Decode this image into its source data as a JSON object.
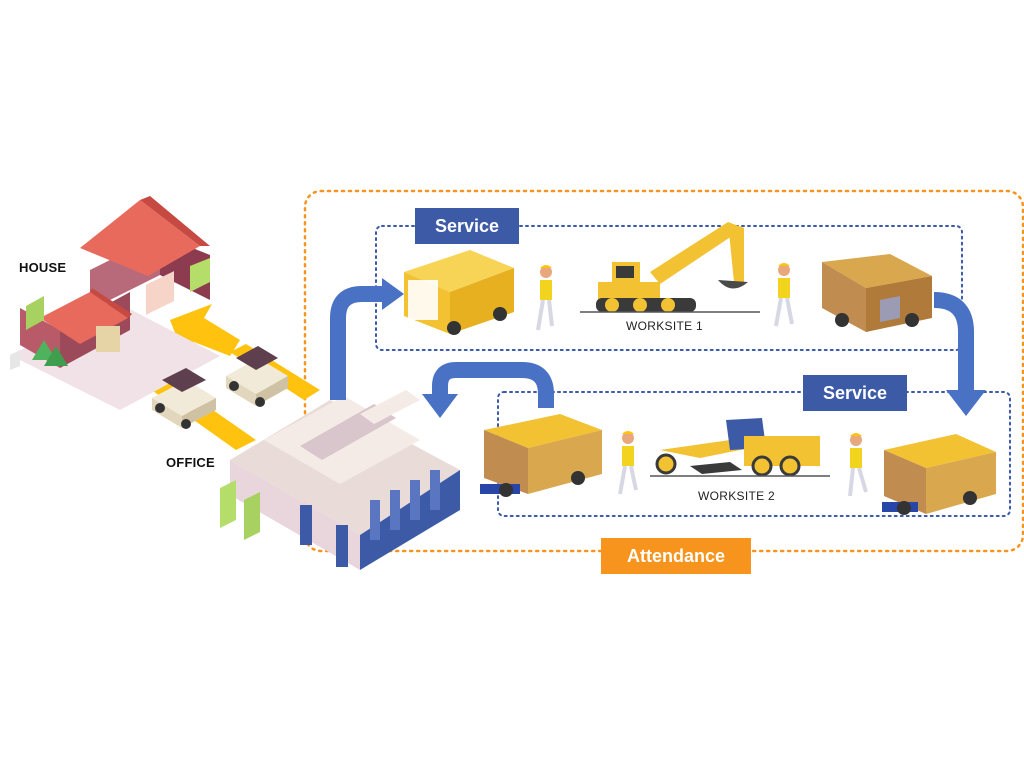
{
  "labels": {
    "house": "HOUSE",
    "office": "OFFICE",
    "worksite_1": "WORKSITE 1",
    "worksite_2": "WORKSITE 2"
  },
  "tags": {
    "service_top": "Service",
    "service_bottom": "Service",
    "attendance": "Attendance"
  },
  "colors": {
    "attendance_orange": "#f7941d",
    "service_blue": "#3d5aa6",
    "flow_arrow_blue": "#4a72c4",
    "route_yellow": "#ffc20e",
    "van_yellow": "#f2c232",
    "van_brown": "#c8923a",
    "roof_red": "#e86a5c",
    "office_lavender": "#e8d6dc"
  }
}
